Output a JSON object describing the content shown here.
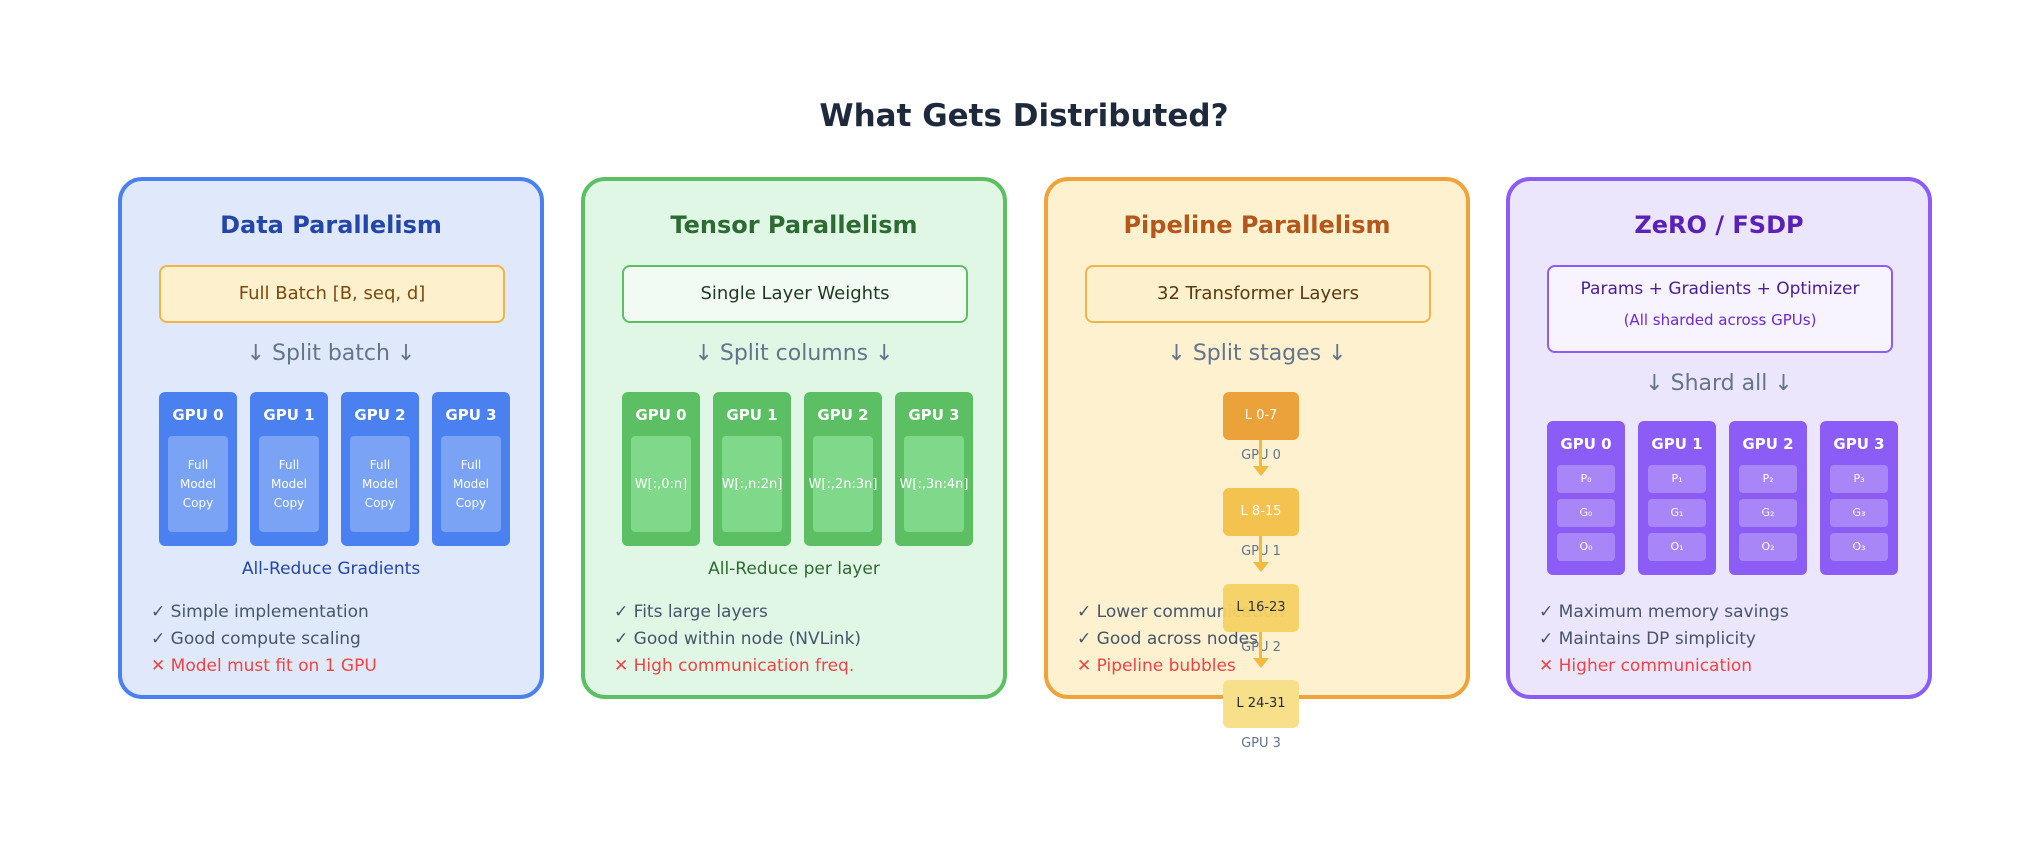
{
  "title": "What Gets Distributed?",
  "panels": {
    "data": {
      "title": "Data Parallelism",
      "box": "Full Batch [B, seq, d]",
      "split": "↓ Split batch ↓",
      "gpus": [
        "GPU 0",
        "GPU 1",
        "GPU 2",
        "GPU 3"
      ],
      "inner": [
        "Full",
        "Model",
        "Copy"
      ],
      "reduce": "All-Reduce Gradients",
      "pros": [
        "✓ Simple implementation",
        "✓ Good compute scaling"
      ],
      "con": "✕ Model must fit on 1 GPU"
    },
    "tensor": {
      "title": "Tensor Parallelism",
      "box": "Single Layer Weights",
      "split": "↓ Split columns ↓",
      "gpus": [
        "GPU 0",
        "GPU 1",
        "GPU 2",
        "GPU 3"
      ],
      "shards": [
        "W[:,0:n]",
        "W[:,n:2n]",
        "W[:,2n:3n]",
        "W[:,3n:4n]"
      ],
      "reduce": "All-Reduce per layer",
      "pros": [
        "✓ Fits large layers",
        "✓ Good within node (NVLink)"
      ],
      "con": "✕ High communication freq."
    },
    "pipeline": {
      "title": "Pipeline Parallelism",
      "box": "32 Transformer Layers",
      "split": "↓ Split stages ↓",
      "stages": [
        "L 0-7",
        "L 8-15",
        "L 16-23",
        "L 24-31"
      ],
      "gpus": [
        "GPU 0",
        "GPU 1",
        "GPU 2",
        "GPU 3"
      ],
      "pros": [
        "✓ Lower communication",
        "✓ Good across nodes"
      ],
      "con": "✕ Pipeline bubbles"
    },
    "zero": {
      "title": "ZeRO / FSDP",
      "box_line1": "Params + Gradients + Optimizer",
      "box_line2": "(All sharded across GPUs)",
      "split": "↓ Shard all ↓",
      "gpus": [
        "GPU 0",
        "GPU 1",
        "GPU 2",
        "GPU 3"
      ],
      "chips": [
        [
          "P₀",
          "G₀",
          "O₀"
        ],
        [
          "P₁",
          "G₁",
          "O₁"
        ],
        [
          "P₂",
          "G₂",
          "O₂"
        ],
        [
          "P₃",
          "G₃",
          "O₃"
        ]
      ],
      "pros": [
        "✓ Maximum memory savings",
        "✓ Maintains DP simplicity"
      ],
      "con": "✕ Higher communication"
    }
  },
  "colors": {
    "blue": "#4a80f0",
    "green": "#5cbf63",
    "orange": "#f0a23b",
    "purple": "#8b5cf6"
  }
}
